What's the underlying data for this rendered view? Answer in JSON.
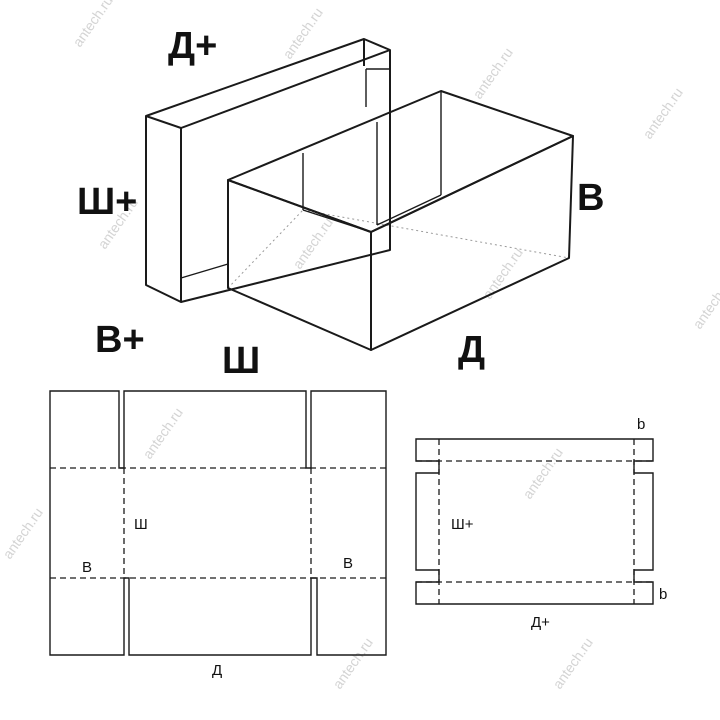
{
  "labels": {
    "lid_length": "Д+",
    "lid_width": "Ш+",
    "lid_height": "В+",
    "box_width": "Ш",
    "box_height": "В",
    "box_length": "Д"
  },
  "net_box": {
    "width_label": "Ш",
    "height_label_left": "В",
    "height_label_right": "В",
    "length_label": "Д"
  },
  "net_lid": {
    "width_label": "Ш+",
    "length_label": "Д+",
    "flap_label_top": "b",
    "flap_label_bottom": "b"
  },
  "watermark": "antech.ru"
}
